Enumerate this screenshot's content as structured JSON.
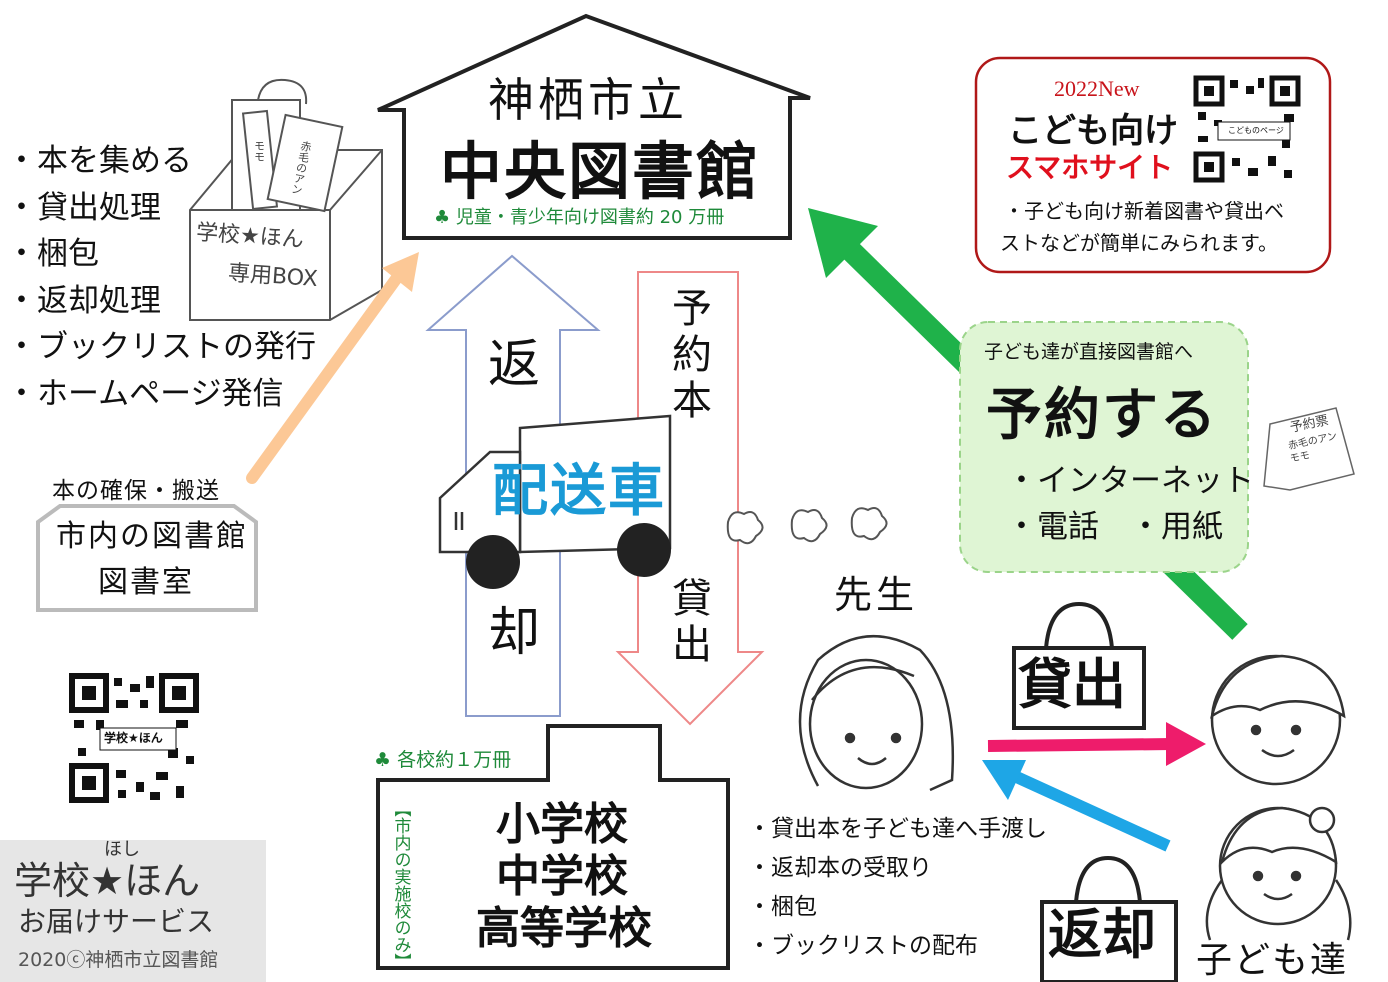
{
  "library": {
    "name_line1": "神栖市立",
    "name_line2": "中央図書館",
    "collection_note": "児童・青少年向け図書約 20 万冊"
  },
  "library_tasks": [
    "・本を集める",
    "・貸出処理",
    "・梱包",
    "・返却処理",
    "・ブックリストの発行",
    "・ホームページ発信"
  ],
  "box": {
    "label_line1": "学校★ほん",
    "label_line2": "専用BOX",
    "book1": "モモ",
    "book2": "赤毛のアン"
  },
  "city_library": {
    "caption": "本の確保・搬送",
    "line1": "市内の図書館",
    "line2": "図書室"
  },
  "truck": {
    "label": "配送車",
    "return_chars": [
      "返",
      "却"
    ],
    "reserved_chars": [
      "予",
      "約",
      "本"
    ],
    "lend_chars": [
      "貸",
      "出"
    ]
  },
  "school": {
    "note": "各校約１万冊",
    "side_label": "【市内の実施校のみ】",
    "names": [
      "小学校",
      "中学校",
      "高等学校"
    ]
  },
  "teacher": {
    "label": "先生",
    "tasks": [
      "・貸出本を子ども達へ手渡し",
      "・返却本の受取り",
      "・梱包",
      "・ブックリストの配布"
    ]
  },
  "kids": {
    "label": "子ども達",
    "lend_label": "貸出",
    "return_label": "返却"
  },
  "reserve": {
    "lead": "子ども達が直接図書館へ",
    "title": "予約する",
    "methods_line1": "・インターネット",
    "methods_line2": "・電話　・用紙",
    "slip_line1": "予約票",
    "slip_line2": "赤毛のアン",
    "slip_line3": "モモ"
  },
  "smartphone": {
    "year": "2022New",
    "title_line1": "こども向け",
    "title_line2": "スマホサイト",
    "desc_line1": "・子ども向け新着図書や貸出ベ",
    "desc_line2": "ストなどが簡単にみられます。",
    "qr_caption": "こどものページ"
  },
  "service": {
    "ruby": "ほし",
    "title": "学校★ほん",
    "subtitle": "お届けサービス",
    "copyright": "2020ⓒ神栖市立図書館",
    "qr_caption": "学校★ほん"
  },
  "colors": {
    "green_arrow": "#1fb24a",
    "orange_arrow": "#fcc896",
    "pink_arrow": "#ee1c6b",
    "blue_arrow": "#1ea6e6",
    "truck_label": "#1a9ad6",
    "school_note": "#1f8a3a",
    "smartphone_red": "#e0101d",
    "reserve_fill": "#dff5d4"
  },
  "icons": [
    "clover-icon",
    "qr-code-icon",
    "bag-icon",
    "truck-icon",
    "face-icon"
  ]
}
